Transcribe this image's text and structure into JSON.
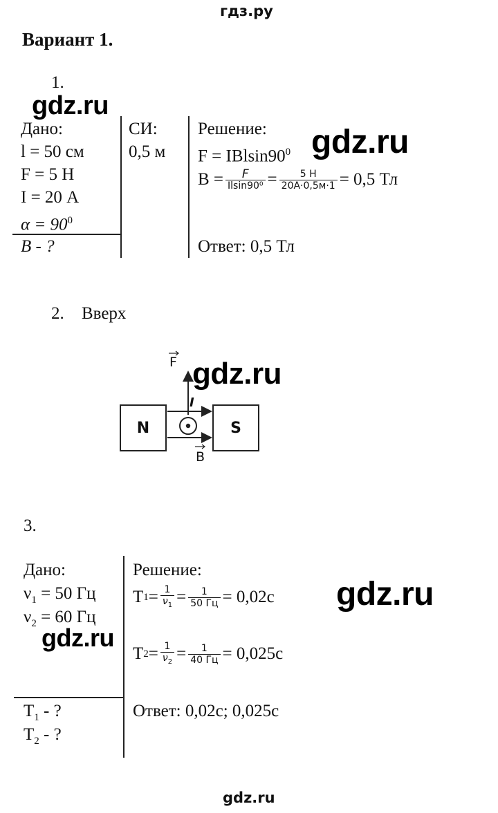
{
  "header": {
    "site": "гдз.ру"
  },
  "footer": {
    "site": "gdz.ru"
  },
  "watermark": "gdz.ru",
  "title": "Вариант 1.",
  "task1": {
    "number": "1.",
    "given_label": "Дано:",
    "given": [
      "l = 50 см",
      "F = 5 Н",
      "I = 20 А",
      "α = 90"
    ],
    "alpha_sup": "0",
    "unknown": "B - ?",
    "si_label": "СИ:",
    "si_value": "0,5 м",
    "solution_label": "Решение:",
    "formula": "F = IBlsin90",
    "formula_sup": "0",
    "b_lhs": "B =",
    "frac1_num": "F",
    "frac1_den": "Ilsin90⁰",
    "eq": "=",
    "frac2_num": "5 Н",
    "frac2_den": "20А·0,5м·1",
    "result": "= 0,5 Тл",
    "answer": "Ответ: 0,5 Тл"
  },
  "task2": {
    "number": "2.",
    "answer": "Вверх",
    "diagram": {
      "north": "N",
      "south": "S",
      "force_label": "F",
      "field_label": "B",
      "current_label": "I"
    }
  },
  "task3": {
    "number": "3.",
    "given_label": "Дано:",
    "nu1": "ν",
    "nu1_sub": "1",
    "nu1_val": " = 50 Гц",
    "nu2": "ν",
    "nu2_sub": "2",
    "nu2_val": " = 60 Гц",
    "t1_unknown": "T",
    "t1_sub": "1",
    "t1_q": " - ?",
    "t2_unknown": "T",
    "t2_sub": "2",
    "t2_q": " - ?",
    "solution_label": "Решение:",
    "eq1_lhs": "T",
    "eq1_sub": "1",
    "eq1_eq": " =",
    "eq1_f1_num": "1",
    "eq1_f1_den": "ν",
    "eq1_f1_den_sub": "1",
    "eq1_f2_num": "1",
    "eq1_f2_den": "50 Гц",
    "eq1_result": "= 0,02c",
    "eq2_lhs": "T",
    "eq2_sub": "2",
    "eq2_eq": " =",
    "eq2_f1_num": "1",
    "eq2_f1_den": "ν",
    "eq2_f1_den_sub": "2",
    "eq2_f2_num": "1",
    "eq2_f2_den": "40 Гц",
    "eq2_result": "= 0,025c",
    "answer": "Ответ: 0,02c; 0,025c"
  }
}
